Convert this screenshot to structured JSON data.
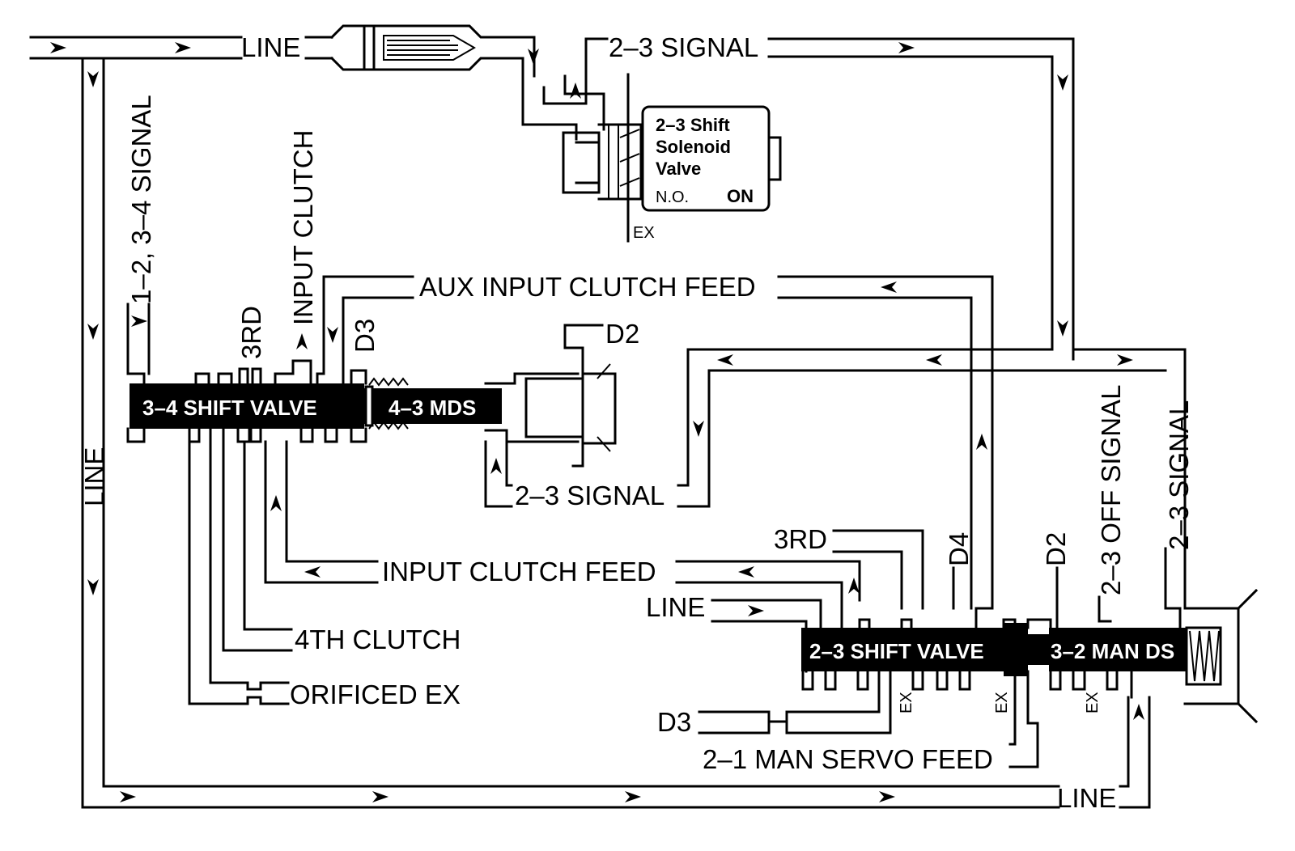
{
  "labels": {
    "line_top": "LINE",
    "signal_23_top": "2–3 SIGNAL",
    "signal_1234": "1–2, 3–4 SIGNAL",
    "input_clutch": "INPUT CLUTCH",
    "third_left": "3RD",
    "d3_left": "D3",
    "aux_input_clutch_feed": "AUX INPUT CLUTCH FEED",
    "d2_mid": "D2",
    "line_left": "LINE",
    "signal_23_mid": "2–3 SIGNAL",
    "input_clutch_feed": "INPUT CLUTCH FEED",
    "fourth_clutch": "4TH CLUTCH",
    "orificed_ex": "ORIFICED EX",
    "third_right": "3RD",
    "d4": "D4",
    "d2_right": "D2",
    "off_signal_23": "2–3 OFF SIGNAL",
    "signal_23_right": "2–3 SIGNAL",
    "line_right": "LINE",
    "d3_bottom": "D3",
    "servo_feed_21": "2–1 MAN SERVO FEED",
    "line_bottom": "LINE",
    "ex_top": "EX",
    "ex_1": "EX",
    "ex_2": "EX",
    "ex_3": "EX"
  },
  "solenoid": {
    "line1": "2–3 Shift",
    "line2": "Solenoid",
    "line3": "Valve",
    "type": "N.O.",
    "state": "ON"
  },
  "valves": {
    "shift_34": "3–4 SHIFT VALVE",
    "mds_43": "4–3 MDS",
    "shift_23": "2–3 SHIFT VALVE",
    "man_ds_32": "3–2 MAN DS"
  },
  "colors": {
    "ink": "#000000",
    "paper": "#ffffff"
  }
}
